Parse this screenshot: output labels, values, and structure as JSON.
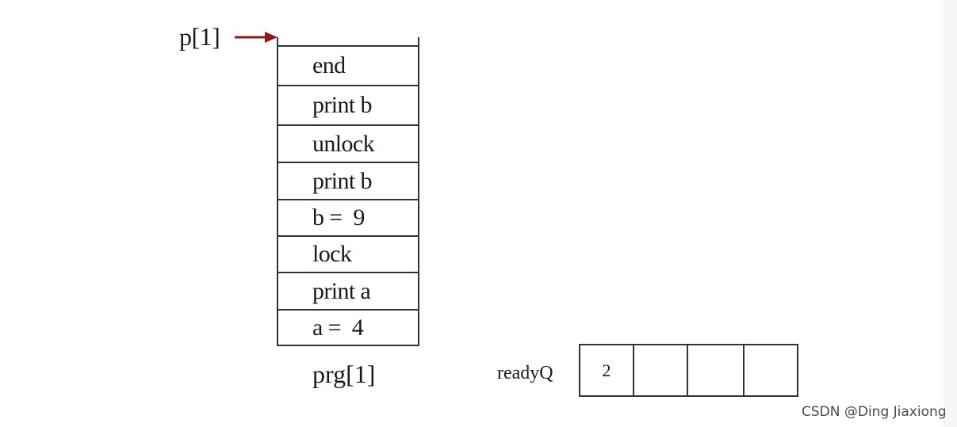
{
  "pointer": {
    "label": "p[1]",
    "arrow_color": "#8b1a1a"
  },
  "program_stack": {
    "caption": "prg[1]",
    "items": [
      "end",
      "print b",
      "unlock",
      "print b",
      "b =  9",
      "lock",
      "print a",
      "a =  4"
    ]
  },
  "ready_queue": {
    "label": "readyQ",
    "cells": [
      "2",
      "",
      "",
      ""
    ]
  },
  "watermark": {
    "text": "CSDN @Ding Jiaxiong"
  }
}
